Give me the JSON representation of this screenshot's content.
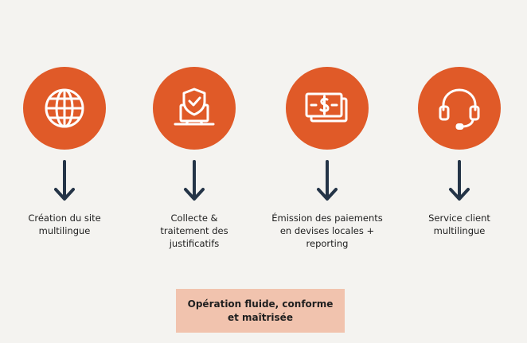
{
  "colors": {
    "accent": "#e05a28",
    "arrow": "#243447",
    "result_background": "#f1c3ae",
    "background": "#f4f3f0",
    "text": "#1f1f1f"
  },
  "steps": [
    {
      "icon": "globe-icon",
      "label": "Création du site\nmultilingue"
    },
    {
      "icon": "shield-laptop-icon",
      "label": "Collecte &\ntraitement des\njustificatifs"
    },
    {
      "icon": "banknote-icon",
      "label": "Émission des paiements\nen devises locales +\nreporting"
    },
    {
      "icon": "headset-icon",
      "label": "Service client\nmultilingue"
    }
  ],
  "result": {
    "label": "Opération fluide, conforme\net maîtrisée"
  }
}
